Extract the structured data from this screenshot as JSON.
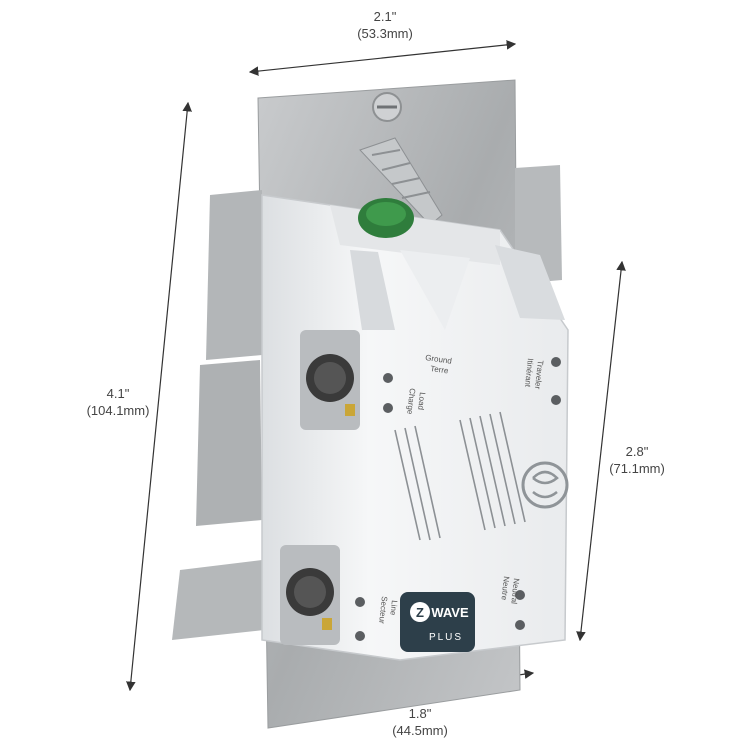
{
  "dimensions": {
    "top_width": {
      "inches": "2.1\"",
      "mm": "(53.3mm)"
    },
    "left_height": {
      "inches": "4.1\"",
      "mm": "(104.1mm)"
    },
    "right_depth": {
      "inches": "2.8\"",
      "mm": "(71.1mm)"
    },
    "bottom_depth": {
      "inches": "1.8\"",
      "mm": "(44.5mm)"
    }
  },
  "device_labels": {
    "ground": "Ground",
    "terre": "Terre",
    "load": "Load",
    "charge": "Charge",
    "traveler": "Traveler",
    "itinerant": "Itinérant",
    "line": "Line",
    "secteur": "Secteur",
    "neutral": "Neutral",
    "neutre": "Neutre"
  },
  "zwave_badge": {
    "wordmark": "WAVE",
    "letter": "Z",
    "plus": "PLUS"
  },
  "colors": {
    "plate": "#b9bcbe",
    "housing": "#f2f3f4",
    "terminal_screw": "#3a3a3a",
    "ground_screw": "#2f7d3c",
    "badge": "#2d3f4a",
    "dimension_line": "#333333"
  }
}
